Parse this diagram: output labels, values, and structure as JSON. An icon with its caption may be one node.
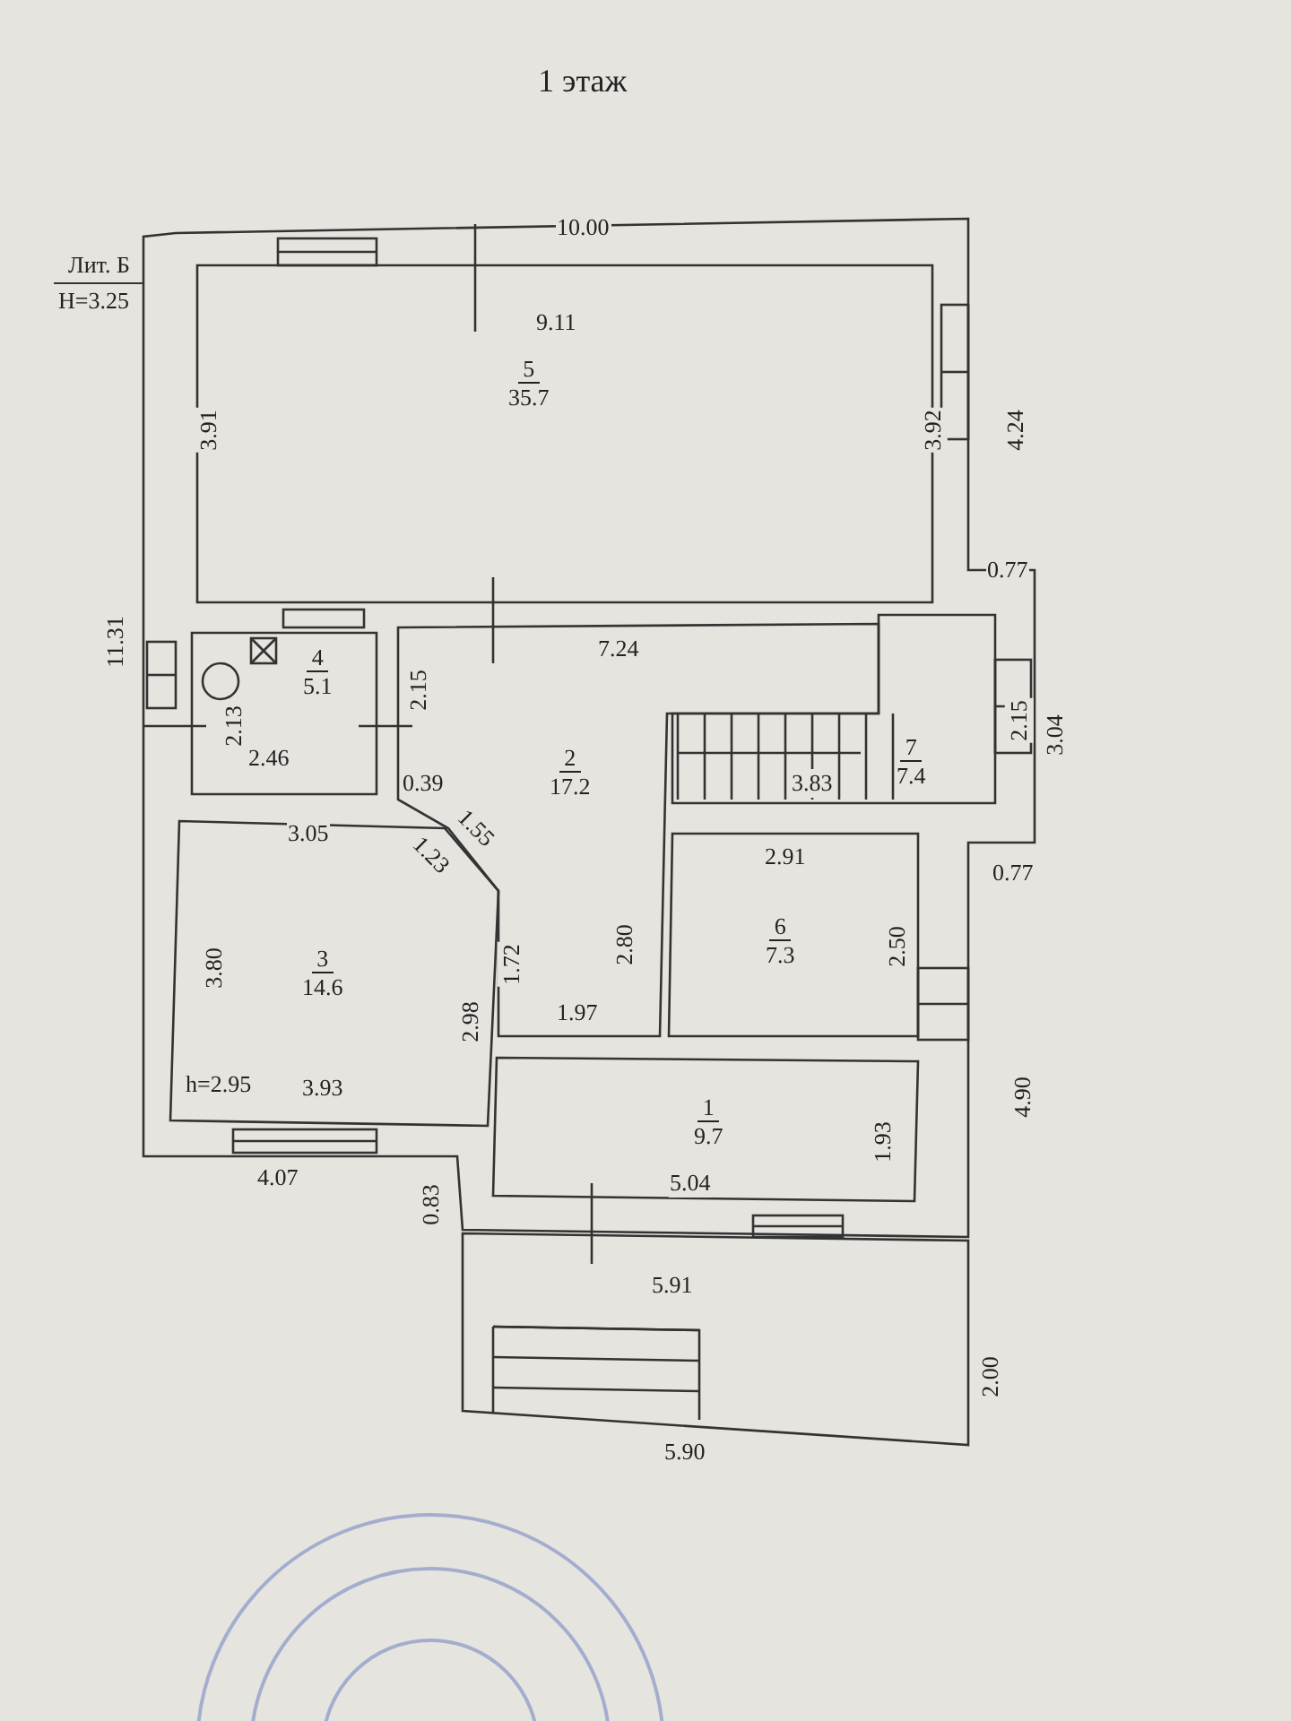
{
  "diagram": {
    "title": "1 этаж",
    "nodes": [
      {
        "text": [
          "5",
          "35.7"
        ]
      },
      {
        "text": [
          "4",
          "5.1"
        ]
      },
      {
        "text": [
          "2",
          "17.2"
        ]
      },
      {
        "text": [
          "7",
          "7.4"
        ],
        "beside": [
          "2.15"
        ]
      },
      {
        "text": [
          "3",
          "14.6"
        ]
      },
      {
        "text": [
          "6",
          "7.3"
        ]
      },
      {
        "text": [
          "1",
          "9.7"
        ]
      }
    ],
    "labels": [
      "Лит. Б",
      "H=3.25",
      "10.00",
      "9.11",
      "3.91",
      "3.92",
      "4.24",
      "0.77",
      "11.31",
      "7.24",
      "2.13",
      "2.15",
      "2.46",
      "0.39",
      "3.83",
      "3.04",
      "0.77",
      "3.05",
      "1.55",
      "1.23",
      "2.91",
      "3.80",
      "2.80",
      "2.50",
      "1.72",
      "2.98",
      "1.97",
      "h=2.95",
      "3.93",
      "4.90",
      "1.93",
      "4.07",
      "0.83",
      "5.04",
      "5.91",
      "2.00",
      "5.90"
    ]
  }
}
